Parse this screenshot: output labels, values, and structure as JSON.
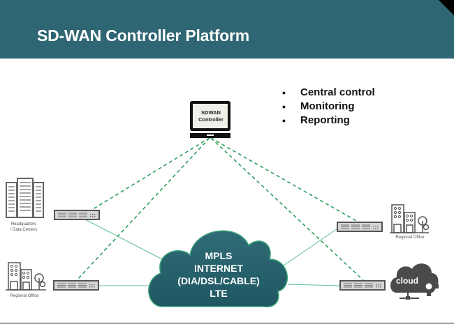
{
  "header": {
    "title": "SD-WAN Controller Platform",
    "background_color": "#2f6673"
  },
  "features": {
    "bullet_symbol": "•",
    "items": [
      "Central control",
      "Monitoring",
      "Reporting"
    ]
  },
  "controller": {
    "icon": "monitor-icon",
    "line1": "SDWAN",
    "line2": "Controller"
  },
  "wan_cloud": {
    "icon": "cloud-icon",
    "color": "#2a6470",
    "lines": [
      "MPLS",
      "INTERNET",
      "(DIA/DSL/CABLE)",
      "LTE"
    ]
  },
  "sites": [
    {
      "id": "hq",
      "icon": "data-center-icon",
      "label_line1": "Headquarters",
      "label_line2": "/ Data Centers",
      "device": "router-icon"
    },
    {
      "id": "regional-left",
      "icon": "office-building-icon",
      "label_line1": "Regional Office",
      "device": "router-icon"
    },
    {
      "id": "regional-right",
      "icon": "office-building-icon",
      "label_line1": "Regional Office",
      "device": "router-icon"
    },
    {
      "id": "cloud-site",
      "icon": "cloud-gear-icon",
      "label_line1": "cloud",
      "device": "router-icon"
    }
  ],
  "link_colors": {
    "overlay_dashed": "#2e9e5e",
    "underlay_solid": "#5cbf8f"
  }
}
